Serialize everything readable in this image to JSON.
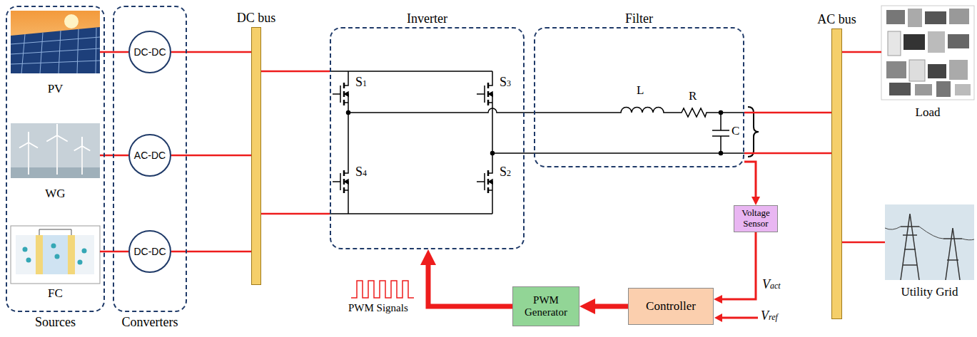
{
  "diagram": {
    "nodes": [
      {
        "text": [
          "Sources"
        ]
      },
      {
        "text": [
          "PV"
        ],
        "in": 0
      },
      {
        "text": [
          "WG"
        ],
        "in": 0
      },
      {
        "text": [
          "FC"
        ],
        "in": 0
      },
      {
        "text": [
          "Converters"
        ]
      },
      {
        "text": [
          "DC-DC"
        ],
        "in": 4
      },
      {
        "text": [
          "AC-DC"
        ],
        "in": 4
      },
      {
        "text": [
          "DC-DC"
        ],
        "in": 4
      },
      {
        "text": [
          "DC bus"
        ]
      },
      {
        "text": [
          "Inverter"
        ]
      },
      {
        "text": [
          "Filter"
        ]
      },
      {
        "text": [
          "AC bus"
        ]
      },
      {
        "text": [
          "Load"
        ]
      },
      {
        "text": [
          "Utility Grid"
        ]
      },
      {
        "text": [
          "Voltage Sensor"
        ]
      },
      {
        "text": [
          "Controller"
        ]
      },
      {
        "text": [
          "PWM Generator"
        ]
      }
    ],
    "edges": [
      {
        "from": 1,
        "to": 5,
        "arrow": "none"
      },
      {
        "from": 2,
        "to": 6,
        "arrow": "none"
      },
      {
        "from": 3,
        "to": 7,
        "arrow": "none"
      },
      {
        "from": 5,
        "to": 8,
        "arrow": "none"
      },
      {
        "from": 6,
        "to": 8,
        "arrow": "none"
      },
      {
        "from": 7,
        "to": 8,
        "arrow": "none"
      },
      {
        "from": 8,
        "to": 9,
        "arrow": "none"
      },
      {
        "from": 8,
        "to": 9,
        "arrow": "none"
      },
      {
        "from": 9,
        "to": 10,
        "arrow": "none"
      },
      {
        "from": 9,
        "to": 10,
        "arrow": "none"
      },
      {
        "from": 10,
        "to": 11,
        "arrow": "none"
      },
      {
        "from": 10,
        "to": 11,
        "arrow": "none"
      },
      {
        "from": 11,
        "to": 12,
        "arrow": "none"
      },
      {
        "from": 11,
        "to": 13,
        "arrow": "none"
      },
      {
        "from": 10,
        "to": 14,
        "arrow": "to"
      },
      {
        "from": 14,
        "to": 15,
        "label": "Vact",
        "arrow": "to"
      },
      {
        "from": 15,
        "to": 16,
        "arrow": "to"
      },
      {
        "from": 16,
        "to": 9,
        "arrow": "to"
      }
    ],
    "labels": [
      "S1",
      "S3",
      "S4",
      "S2",
      "L",
      "R",
      "C",
      "PWM Signals",
      "Vref"
    ]
  }
}
